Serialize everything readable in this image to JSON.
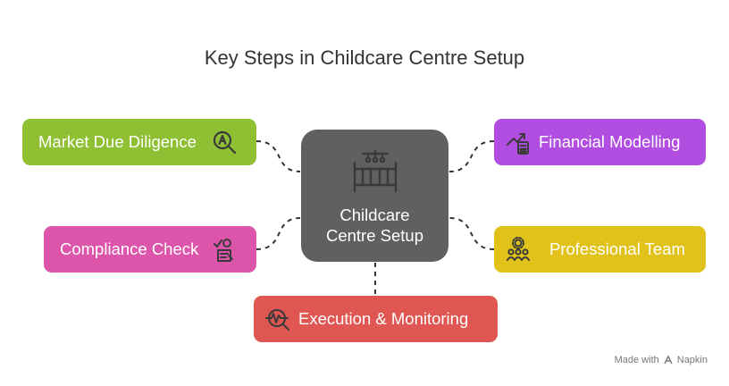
{
  "title": "Key Steps in Childcare Centre Setup",
  "center": {
    "line1": "Childcare",
    "line2": "Centre Setup",
    "icon": "crib-icon",
    "color": "#606060"
  },
  "steps": {
    "market": {
      "label": "Market Due Diligence",
      "icon": "magnify-document-icon",
      "color": "#8fbf33"
    },
    "financial": {
      "label": "Financial Modelling",
      "icon": "chart-calculator-icon",
      "color": "#b14de0"
    },
    "compliance": {
      "label": "Compliance Check",
      "icon": "checklist-icon",
      "color": "#dd55aa"
    },
    "professional": {
      "label": "Professional Team",
      "icon": "team-icon",
      "color": "#e0c21b"
    },
    "execution": {
      "label": "Execution & Monitoring",
      "icon": "pulse-magnifier-icon",
      "color": "#e05652"
    }
  },
  "watermark": {
    "prefix": "Made with",
    "brand": "Napkin"
  }
}
